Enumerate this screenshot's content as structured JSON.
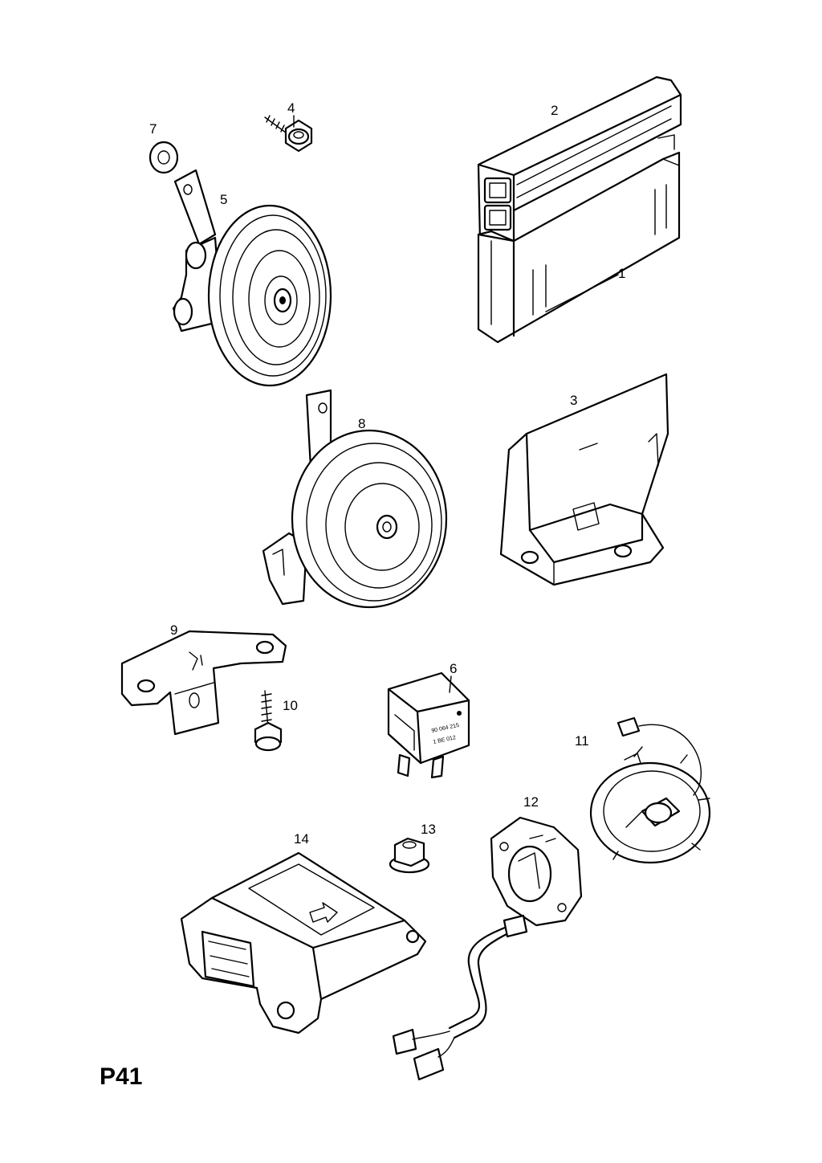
{
  "page_id": "P41",
  "callouts": {
    "c1": "1",
    "c2": "2",
    "c3": "3",
    "c4": "4",
    "c5": "5",
    "c6": "6",
    "c7": "7",
    "c8": "8",
    "c9": "9",
    "c10": "10",
    "c11": "11",
    "c12": "12",
    "c13": "13",
    "c14": "14"
  },
  "relay_markings": {
    "line1": "90 064 215",
    "line2": "1 BE 012"
  }
}
